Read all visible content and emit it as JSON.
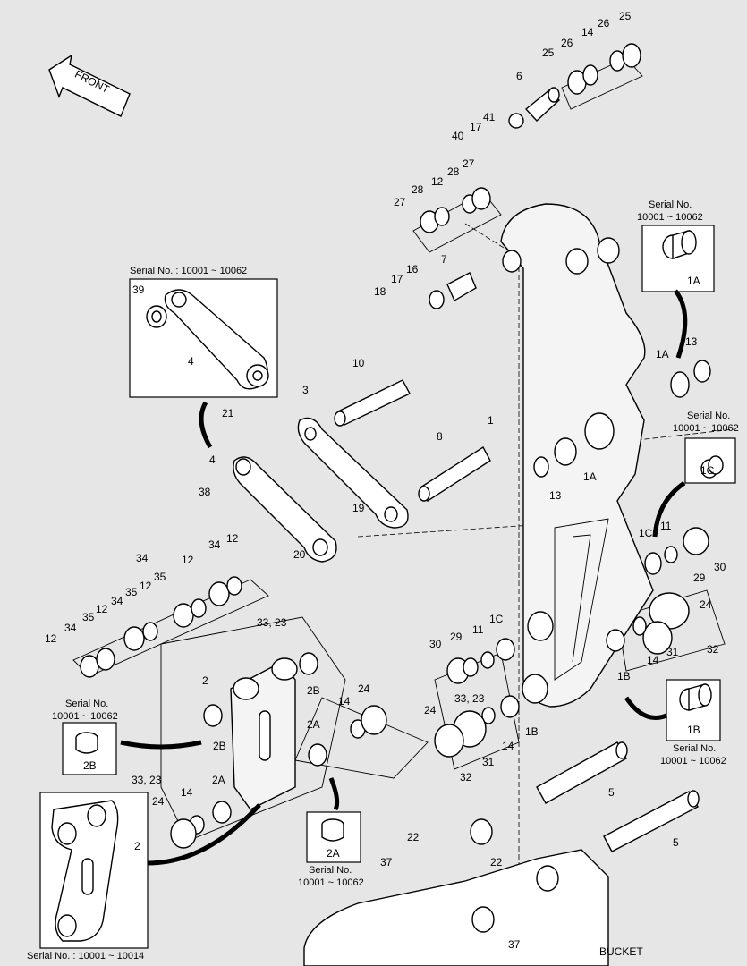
{
  "direction": "FRONT",
  "bottom_label": "BUCKET",
  "serial_notes": {
    "upper_link": "Serial No. : 10001 ~ 10062",
    "link_2": "Serial No. : 10001 ~ 10014",
    "a_1A_line1": "Serial No.",
    "a_1A_line2": "10001 ~ 10062",
    "a_1C_line1": "Serial No.",
    "a_1C_line2": "10001 ~ 10062",
    "a_1B_line1": "Serial No.",
    "a_1B_line2": "10001 ~ 10062",
    "a_2B_line1": "Serial No.",
    "a_2B_line2": "10001 ~ 10062",
    "a_2A_line1": "Serial No.",
    "a_2A_line2": "10001 ~ 10062"
  },
  "callouts": {
    "c25a": "25",
    "c26a": "26",
    "c14a": "14",
    "c26b": "26",
    "c25b": "25",
    "c6": "6",
    "c41": "41",
    "c17a": "17",
    "c40": "40",
    "c28a": "28",
    "c12a": "12",
    "c28b": "28",
    "c27a": "27",
    "c27b": "27",
    "c7": "7",
    "c16": "16",
    "c17b": "17",
    "c18": "18",
    "c1A_box": "1A",
    "c13a": "13",
    "c1Aa": "1A",
    "c1Ab": "1A",
    "c13b": "13",
    "c39": "39",
    "c4a": "4",
    "c10": "10",
    "c3": "3",
    "c1": "1",
    "c8": "8",
    "c21": "21",
    "c4b": "4",
    "c38": "38",
    "c19": "19",
    "c20": "20",
    "c1C_box": "1C",
    "c1Ca": "1C",
    "c11a": "11",
    "c29a": "29",
    "c30a": "30",
    "c34a": "34",
    "c12b": "12",
    "c35a": "35",
    "c12c": "12",
    "c34b": "34",
    "c35b": "35",
    "c34c": "34",
    "c12d": "12",
    "c35c": "35",
    "c12e": "12",
    "c34d": "34",
    "c12f": "12",
    "c33_23a": "33, 23",
    "c2": "2",
    "c2Ba": "2B",
    "c14b": "14",
    "c24a": "24",
    "c30b": "30",
    "c29b": "29",
    "c11b": "11",
    "c1Cb": "1C",
    "c24b": "24",
    "c32a": "32",
    "c31a": "31",
    "c14c": "14",
    "c1Ba": "1B",
    "c33_23b": "33, 23",
    "c1Bb": "1B",
    "c24c": "24",
    "c14d": "14",
    "c31b": "31",
    "c32b": "32",
    "c1B_box": "1B",
    "c2B_box": "2B",
    "c2Bb": "2B",
    "c2Aa": "2A",
    "c33_23c": "33, 23",
    "c2Ab": "2A",
    "c24d": "24",
    "c14e": "14",
    "c2_link": "2",
    "c2A_box": "2A",
    "c5a": "5",
    "c5b": "5",
    "c22a": "22",
    "c22b": "22",
    "c37a": "37",
    "c37b": "37"
  }
}
